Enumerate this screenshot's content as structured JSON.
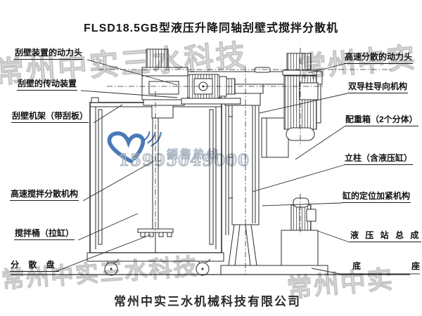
{
  "title": "FLSD18.5GB型液压升降同轴刮壁式搅拌分散机",
  "company_footer": "常州中实三水机械科技有限公司",
  "callouts": {
    "left": [
      {
        "text": "刮壁装置的动力头"
      },
      {
        "text": "刮壁的传动装置"
      },
      {
        "text": "刮壁机架（带刮板）"
      },
      {
        "text": "高速搅拌分散机构"
      },
      {
        "text": "搅拌桶（拉缸）"
      },
      {
        "text": "分 散 盘"
      }
    ],
    "right": [
      {
        "text": "高速分散的动力头"
      },
      {
        "text": "双导柱导向机构"
      },
      {
        "text": "配重箱（2个分体）"
      },
      {
        "text": "立柱（含液压缸）"
      },
      {
        "text": "缸的定位加紧机构"
      },
      {
        "text": "液 压 站 总 成"
      },
      {
        "text": "底"
      },
      {
        "text": "座"
      }
    ]
  },
  "watermarks": {
    "top_left": "常州中实三水科技",
    "top_right": "常州中实",
    "bottom_left": "常州中实三水科技",
    "bottom_right": "常州中实",
    "hotline_label": "销售热线",
    "hotline_number": "15995049000"
  },
  "colors": {
    "drawing_line": "#2e2e2e",
    "label_text": "#111111",
    "watermark_gray": "#c6c6c6",
    "logo_blue": "#2a62a8",
    "background": "#ffffff"
  },
  "icons": {
    "logo": "heart-signal-logo"
  }
}
